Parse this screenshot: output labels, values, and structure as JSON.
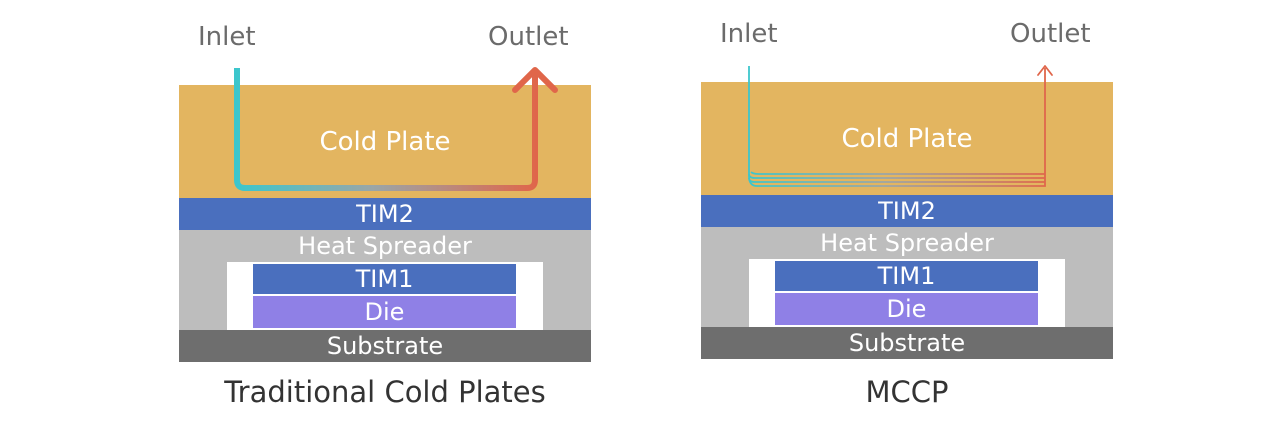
{
  "diagrams": [
    {
      "id": "traditional",
      "caption": "Traditional Cold Plates",
      "inlet_label": "Inlet",
      "outlet_label": "Outlet",
      "layers": {
        "cold_plate": "Cold Plate",
        "tim2": "TIM2",
        "heat_spreader": "Heat Spreader",
        "tim1": "TIM1",
        "die": "Die",
        "substrate": "Substrate"
      }
    },
    {
      "id": "mccp",
      "caption": "MCCP",
      "inlet_label": "Inlet",
      "outlet_label": "Outlet",
      "layers": {
        "cold_plate": "Cold Plate",
        "tim2": "TIM2",
        "heat_spreader": "Heat Spreader",
        "tim1": "TIM1",
        "die": "Die",
        "substrate": "Substrate"
      }
    }
  ],
  "colors": {
    "cold_plate": "#e3b560",
    "tim": "#4a6fbe",
    "heat_spreader": "#bdbdbd",
    "die": "#8f80e6",
    "substrate": "#6e6e6e",
    "inlet_flow": "#3cc6cc",
    "outlet_flow": "#e0664a"
  }
}
